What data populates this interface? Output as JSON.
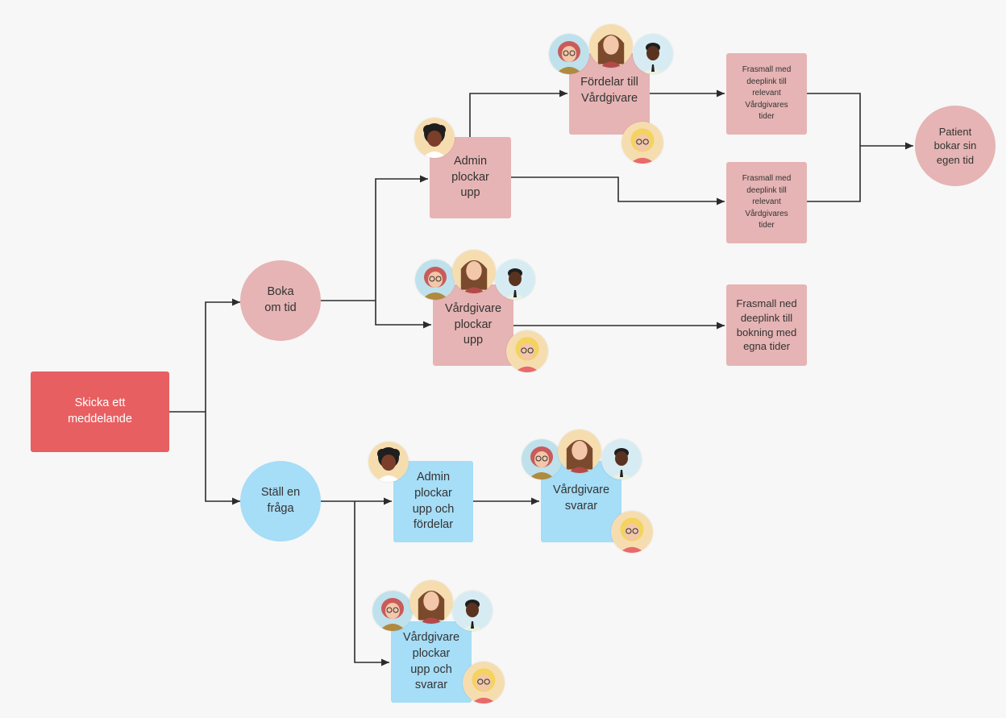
{
  "nodes": {
    "send_message": "Skicka ett\nmeddelande",
    "book_time": "Boka\nom tid",
    "ask_question": "Ställ en\nfråga",
    "admin_picks_up": "Admin\nplockar\nupp",
    "assigns_to_caregiver": "Fördelar till\nVårdgivare",
    "template_caregiver_1": "Frasmall med\ndeeplink till\nrelevant\nVårdgivares\ntider",
    "template_caregiver_2": "Frasmall med\ndeeplink till\nrelevant\nVårdgivares\ntider",
    "patient_books": "Patient\nbokar sin\negen tid",
    "caregiver_picks_up": "Vårdgivare\nplockar\nupp",
    "template_own_times": "Frasmall ned\ndeeplink till\nbokning med\negna tider",
    "admin_picks_up_assigns": "Admin\nplockar\nupp och\nfördelar",
    "caregiver_answers": "Vårdgivare\nsvarar",
    "caregiver_picks_up_answers": "Vårdgivare\nplockar\nupp och\nsvarar"
  },
  "colors": {
    "pink_box": "#e6b4b4",
    "red_box": "#e85f61",
    "blue_box": "#a6ddf7",
    "connector": "#2b2b2b",
    "background": "#f7f7f7"
  },
  "avatars": {
    "admin": "curly-hair-admin-avatar",
    "woman_glasses": "woman-with-glasses-avatar",
    "woman_long_hair": "woman-long-brown-hair-avatar",
    "man_tie": "man-with-tie-avatar",
    "blonde_woman": "blonde-woman-glasses-avatar"
  }
}
